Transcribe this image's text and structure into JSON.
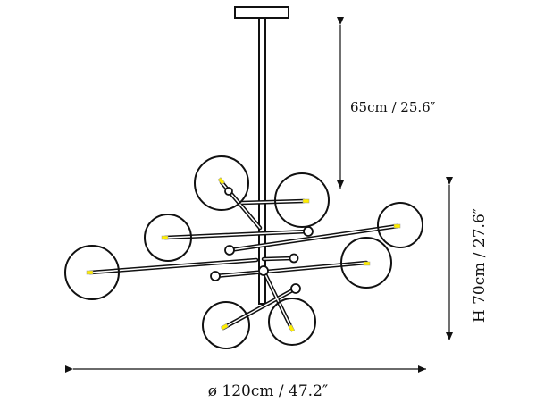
{
  "dimensions": {
    "drop_height": "65cm / 25.6″",
    "height": "H 70cm / 27.6″",
    "diameter": "ø 120cm / 47.2″"
  },
  "colors": {
    "line": "#111111",
    "bulb": "#ffee00",
    "background": "#ffffff"
  }
}
